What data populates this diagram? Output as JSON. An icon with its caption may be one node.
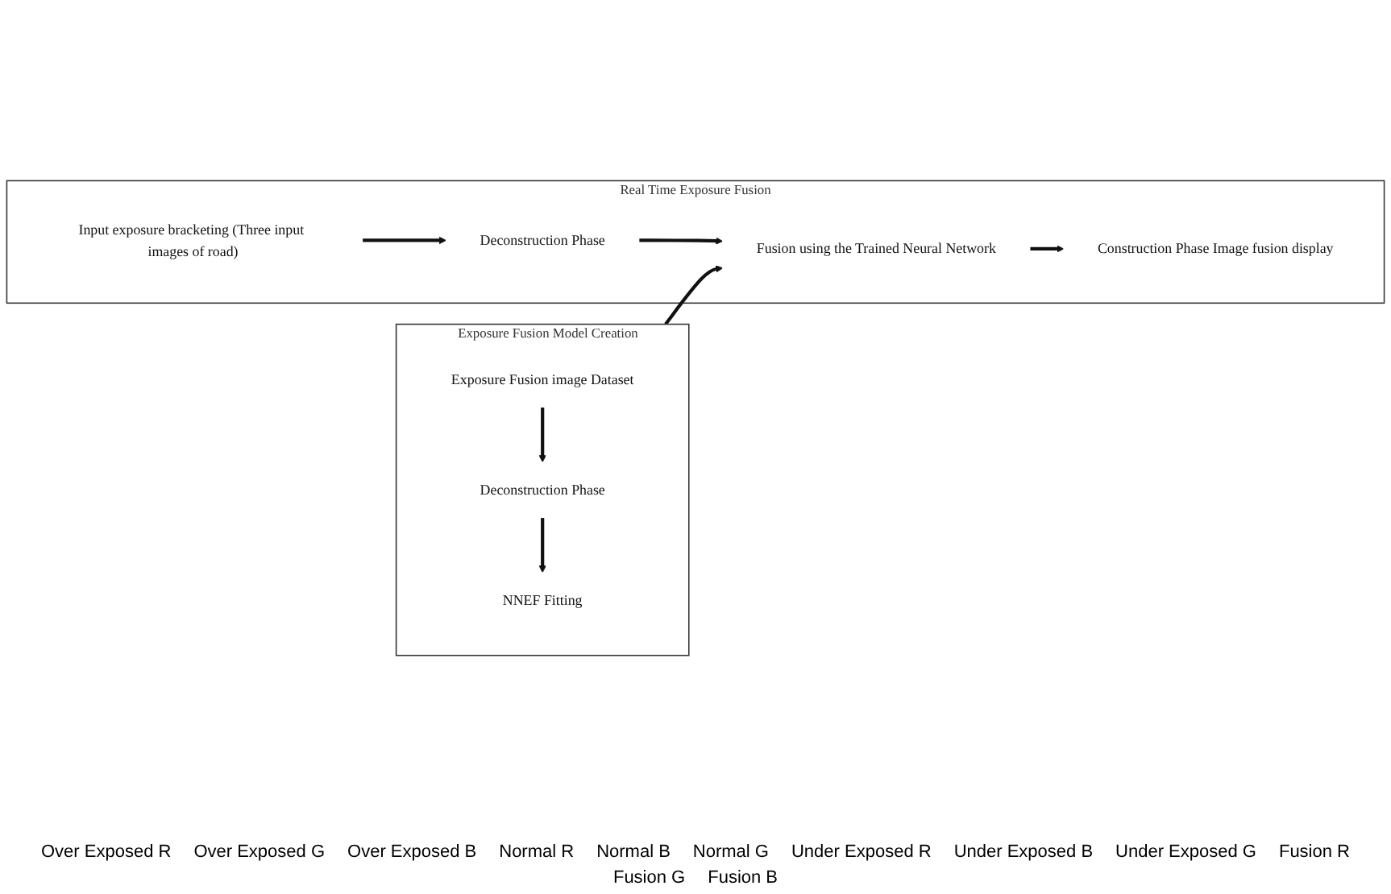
{
  "diagram": {
    "nodes": [
      {
        "text": [
          "Exposure Fusion Model Creation"
        ]
      },
      {
        "text": [
          "Exposure Fusion image Dataset"
        ],
        "in": 0
      },
      {
        "text": [
          "Deconstruction Phase"
        ],
        "in": 0
      },
      {
        "text": [
          "NNEF Fitting"
        ],
        "in": 0
      },
      {
        "text": [
          "Real Time Exposure Fusion"
        ]
      },
      {
        "text": [
          "Input exposure bracketing (Three input images of road)"
        ],
        "in": 4
      },
      {
        "text": [
          "Deconstruction Phase"
        ],
        "in": 4
      },
      {
        "text": [
          "Fusion using the Trained Neural Network"
        ],
        "in": 4
      },
      {
        "text": [
          "Construction Phase Image fusion display"
        ],
        "in": 4
      }
    ],
    "edges": [
      {
        "from": 1,
        "to": 2,
        "arrow": "to"
      },
      {
        "from": 2,
        "to": 3,
        "arrow": "to"
      },
      {
        "from": 5,
        "to": 6,
        "arrow": "to"
      },
      {
        "from": 6,
        "to": 7,
        "arrow": "to"
      },
      {
        "from": 7,
        "to": 8,
        "arrow": "to"
      },
      {
        "from": 0,
        "to": 7,
        "arrow": "to"
      }
    ],
    "labels": [
      "Over Exposed R",
      "Over Exposed G",
      "Over Exposed B",
      "Normal R",
      "Normal B",
      "Normal G",
      "Under Exposed R",
      "Under Exposed B",
      "Under Exposed G",
      "Fusion R",
      "Fusion G",
      "Fusion B"
    ]
  }
}
